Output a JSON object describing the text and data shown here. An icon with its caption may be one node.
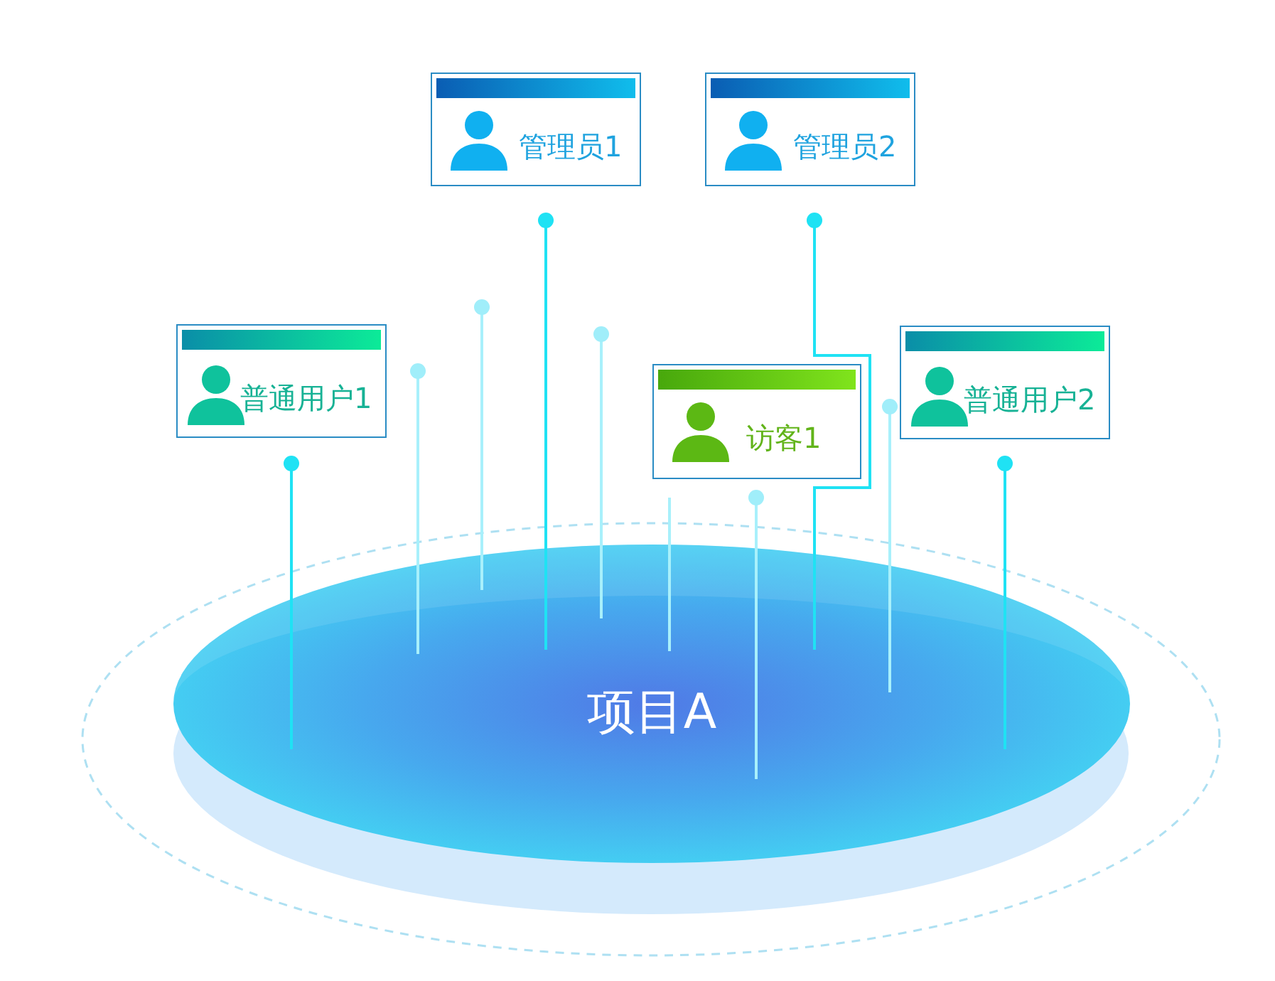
{
  "diagram": {
    "nodes": [
      {
        "text": [
          "管理员1"
        ]
      },
      {
        "text": [
          "管理员2"
        ]
      },
      {
        "text": [
          "普通用户1"
        ]
      },
      {
        "text": [
          "访客1"
        ]
      },
      {
        "text": [
          "普通用户2"
        ]
      },
      {
        "text": [
          "项目A"
        ]
      }
    ],
    "edges": [
      {
        "from": 0,
        "to": 5,
        "arrow": "other"
      },
      {
        "from": 1,
        "to": 5,
        "arrow": "other"
      },
      {
        "from": 2,
        "to": 5,
        "arrow": "other"
      },
      {
        "from": 4,
        "to": 5,
        "arrow": "other"
      }
    ]
  }
}
